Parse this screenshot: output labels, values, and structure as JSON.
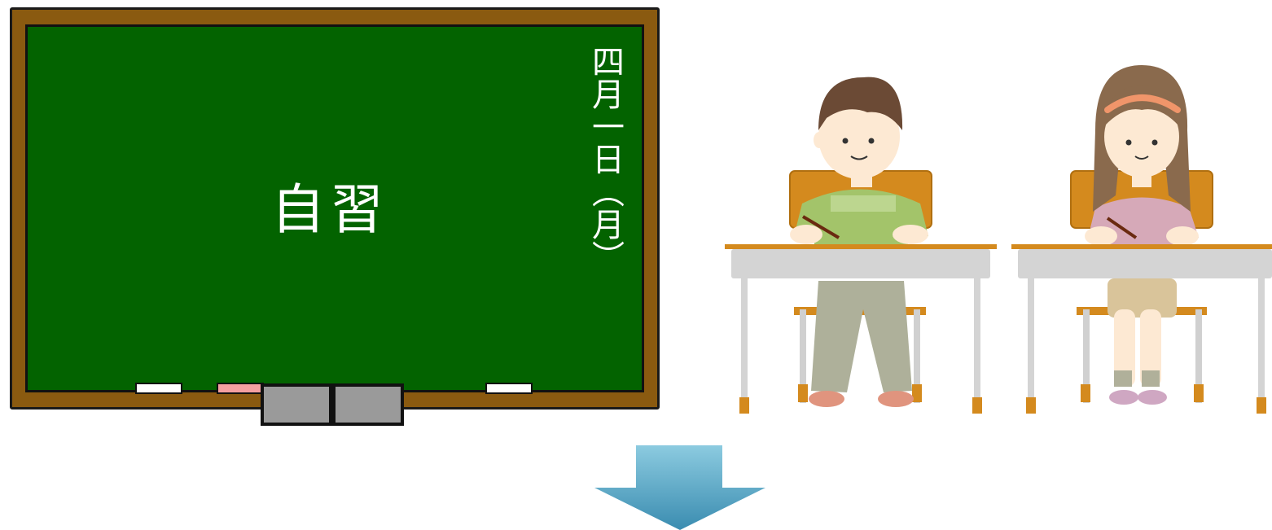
{
  "blackboard": {
    "title": "自習",
    "date": "四月一日（月）",
    "frame_color": "#8a5a10",
    "surface_color": "#036300",
    "chalk_colors": [
      "#ffffff",
      "#f4a0a0",
      "#ffffff"
    ],
    "eraser_color": "#9a9a9a"
  },
  "arrow": {
    "direction": "down",
    "color_top": "#8ccbe0",
    "color_bottom": "#3a8cb0"
  },
  "students": {
    "boy": {
      "shirt_color": "#a3c46a",
      "pants_color": "#aeb09a",
      "hair_color": "#6b4a35"
    },
    "girl": {
      "shirt_color": "#d6a9b8",
      "skirt_color": "#d9c49a",
      "hair_color": "#8a6a4d",
      "headband_color": "#f0956a"
    },
    "desk_top_color": "#d4d4d4",
    "desk_edge_color": "#d48a1e",
    "chair_color": "#d48a1e"
  }
}
